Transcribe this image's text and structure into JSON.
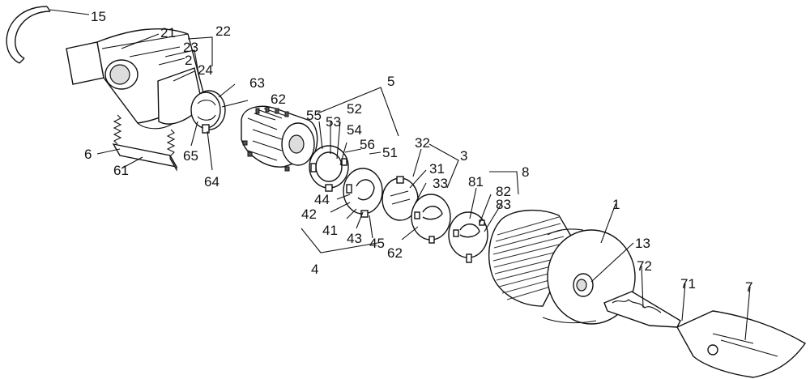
{
  "labels": [
    {
      "key": "15",
      "text": "15"
    },
    {
      "key": "21",
      "text": "21"
    },
    {
      "key": "22",
      "text": "22"
    },
    {
      "key": "23",
      "text": "23"
    },
    {
      "key": "2",
      "text": "2"
    },
    {
      "key": "24",
      "text": "24"
    },
    {
      "key": "63",
      "text": "63"
    },
    {
      "key": "62a",
      "text": "62"
    },
    {
      "key": "65",
      "text": "65"
    },
    {
      "key": "64",
      "text": "64"
    },
    {
      "key": "6",
      "text": "6"
    },
    {
      "key": "61",
      "text": "61"
    },
    {
      "key": "5",
      "text": "5"
    },
    {
      "key": "55",
      "text": "55"
    },
    {
      "key": "53",
      "text": "53"
    },
    {
      "key": "52",
      "text": "52"
    },
    {
      "key": "54",
      "text": "54"
    },
    {
      "key": "56",
      "text": "56"
    },
    {
      "key": "51",
      "text": "51"
    },
    {
      "key": "44",
      "text": "44"
    },
    {
      "key": "42",
      "text": "42"
    },
    {
      "key": "41",
      "text": "41"
    },
    {
      "key": "43",
      "text": "43"
    },
    {
      "key": "45",
      "text": "45"
    },
    {
      "key": "4",
      "text": "4"
    },
    {
      "key": "32",
      "text": "32"
    },
    {
      "key": "3",
      "text": "3"
    },
    {
      "key": "31",
      "text": "31"
    },
    {
      "key": "33",
      "text": "33"
    },
    {
      "key": "62b",
      "text": "62"
    },
    {
      "key": "8",
      "text": "8"
    },
    {
      "key": "81",
      "text": "81"
    },
    {
      "key": "82",
      "text": "82"
    },
    {
      "key": "83",
      "text": "83"
    },
    {
      "key": "1",
      "text": "1"
    },
    {
      "key": "13",
      "text": "13"
    },
    {
      "key": "72",
      "text": "72"
    },
    {
      "key": "71",
      "text": "71"
    },
    {
      "key": "7",
      "text": "7"
    }
  ]
}
